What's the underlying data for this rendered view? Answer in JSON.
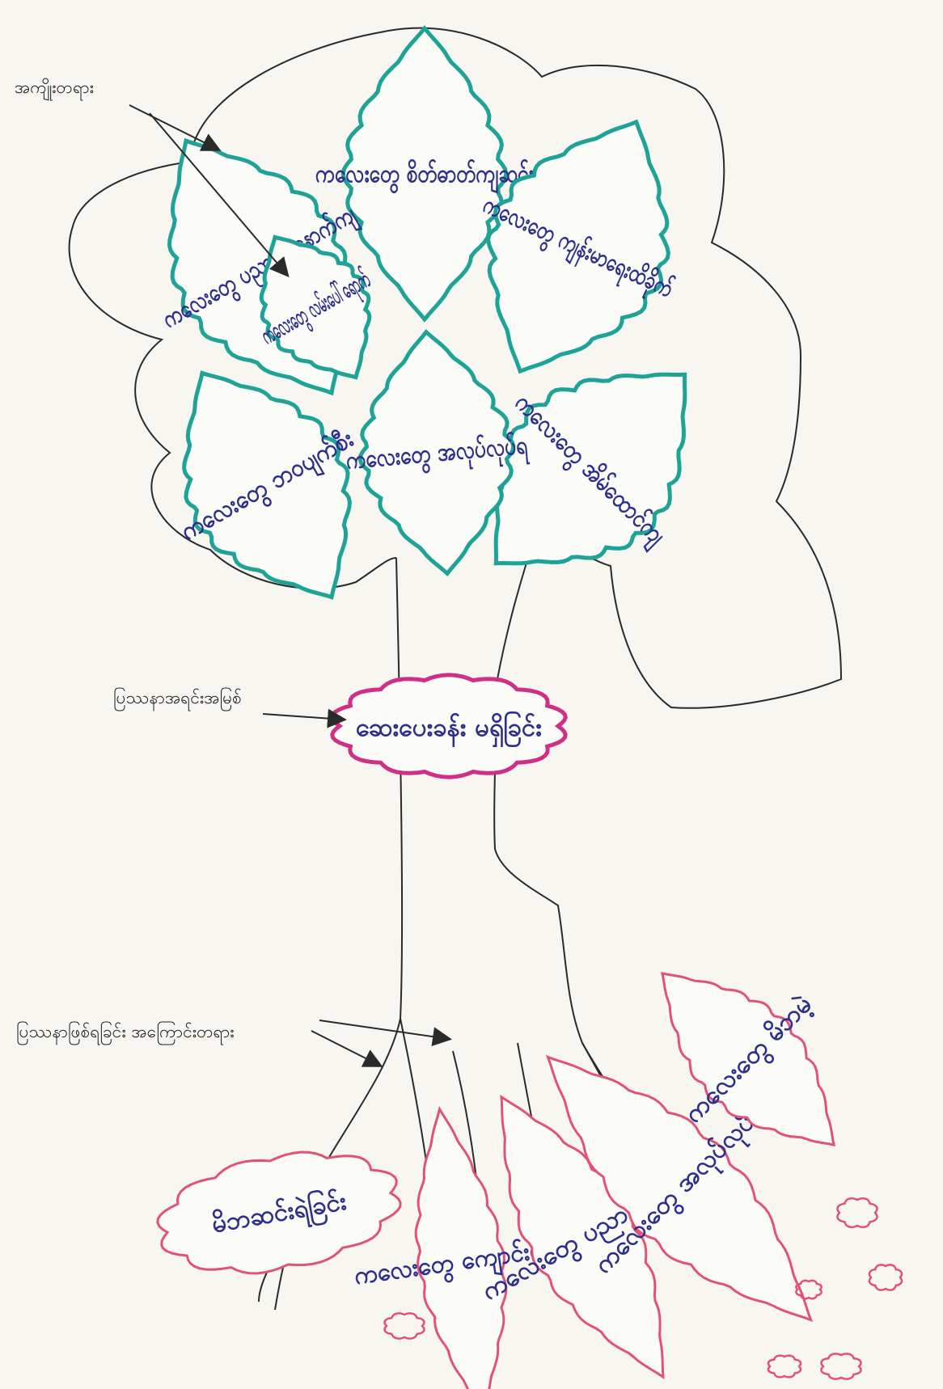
{
  "colors": {
    "paper": "#f7f6f1",
    "outline": "#2a2a2a",
    "leaf": "#1fa396",
    "problem": "#cf2f86",
    "root": "#e25277",
    "ink": "#2c2f8c"
  },
  "labels": {
    "effects": "အကျိုးတရား",
    "core_problem": "ပြဿနာအရင်းအမြစ်",
    "causes": "ပြဿနာဖြစ်ရခြင်း အကြောင်းတရား"
  },
  "effects": [
    {
      "text": "ကလေးတွေ စိတ်ဓာတ်ကျဆင်း"
    },
    {
      "text": "ကလေးတွေ ပညာရေးနောက်ကျ"
    },
    {
      "text": "ကလေးတွေ ကျန်းမာရေးထိခိုက်"
    },
    {
      "text": "ကလေးတွေ အိမ်ထောင်ကျ"
    },
    {
      "text": "ကလေးတွေ အလုပ်လုပ်ရ"
    },
    {
      "text": "ကလေးတွေ ဘဝပျက်စီး"
    },
    {
      "text": "ကလေးတွေ လမ်းပေါ်ရောက်"
    }
  ],
  "core_problem": {
    "text": "ဆေးပေးခန်း မရှိခြင်း"
  },
  "causes": [
    {
      "text": "မိဘဆင်းရဲခြင်း"
    },
    {
      "text": "ကလေးတွေ ကျောင်းမနေ"
    },
    {
      "text": "ကလေးတွေ ပညာမတတ်"
    },
    {
      "text": "ကလေးတွေ အလုပ်လုပ်ရ"
    },
    {
      "text": "ကလေးတွေ မိဘမဲ့"
    }
  ]
}
